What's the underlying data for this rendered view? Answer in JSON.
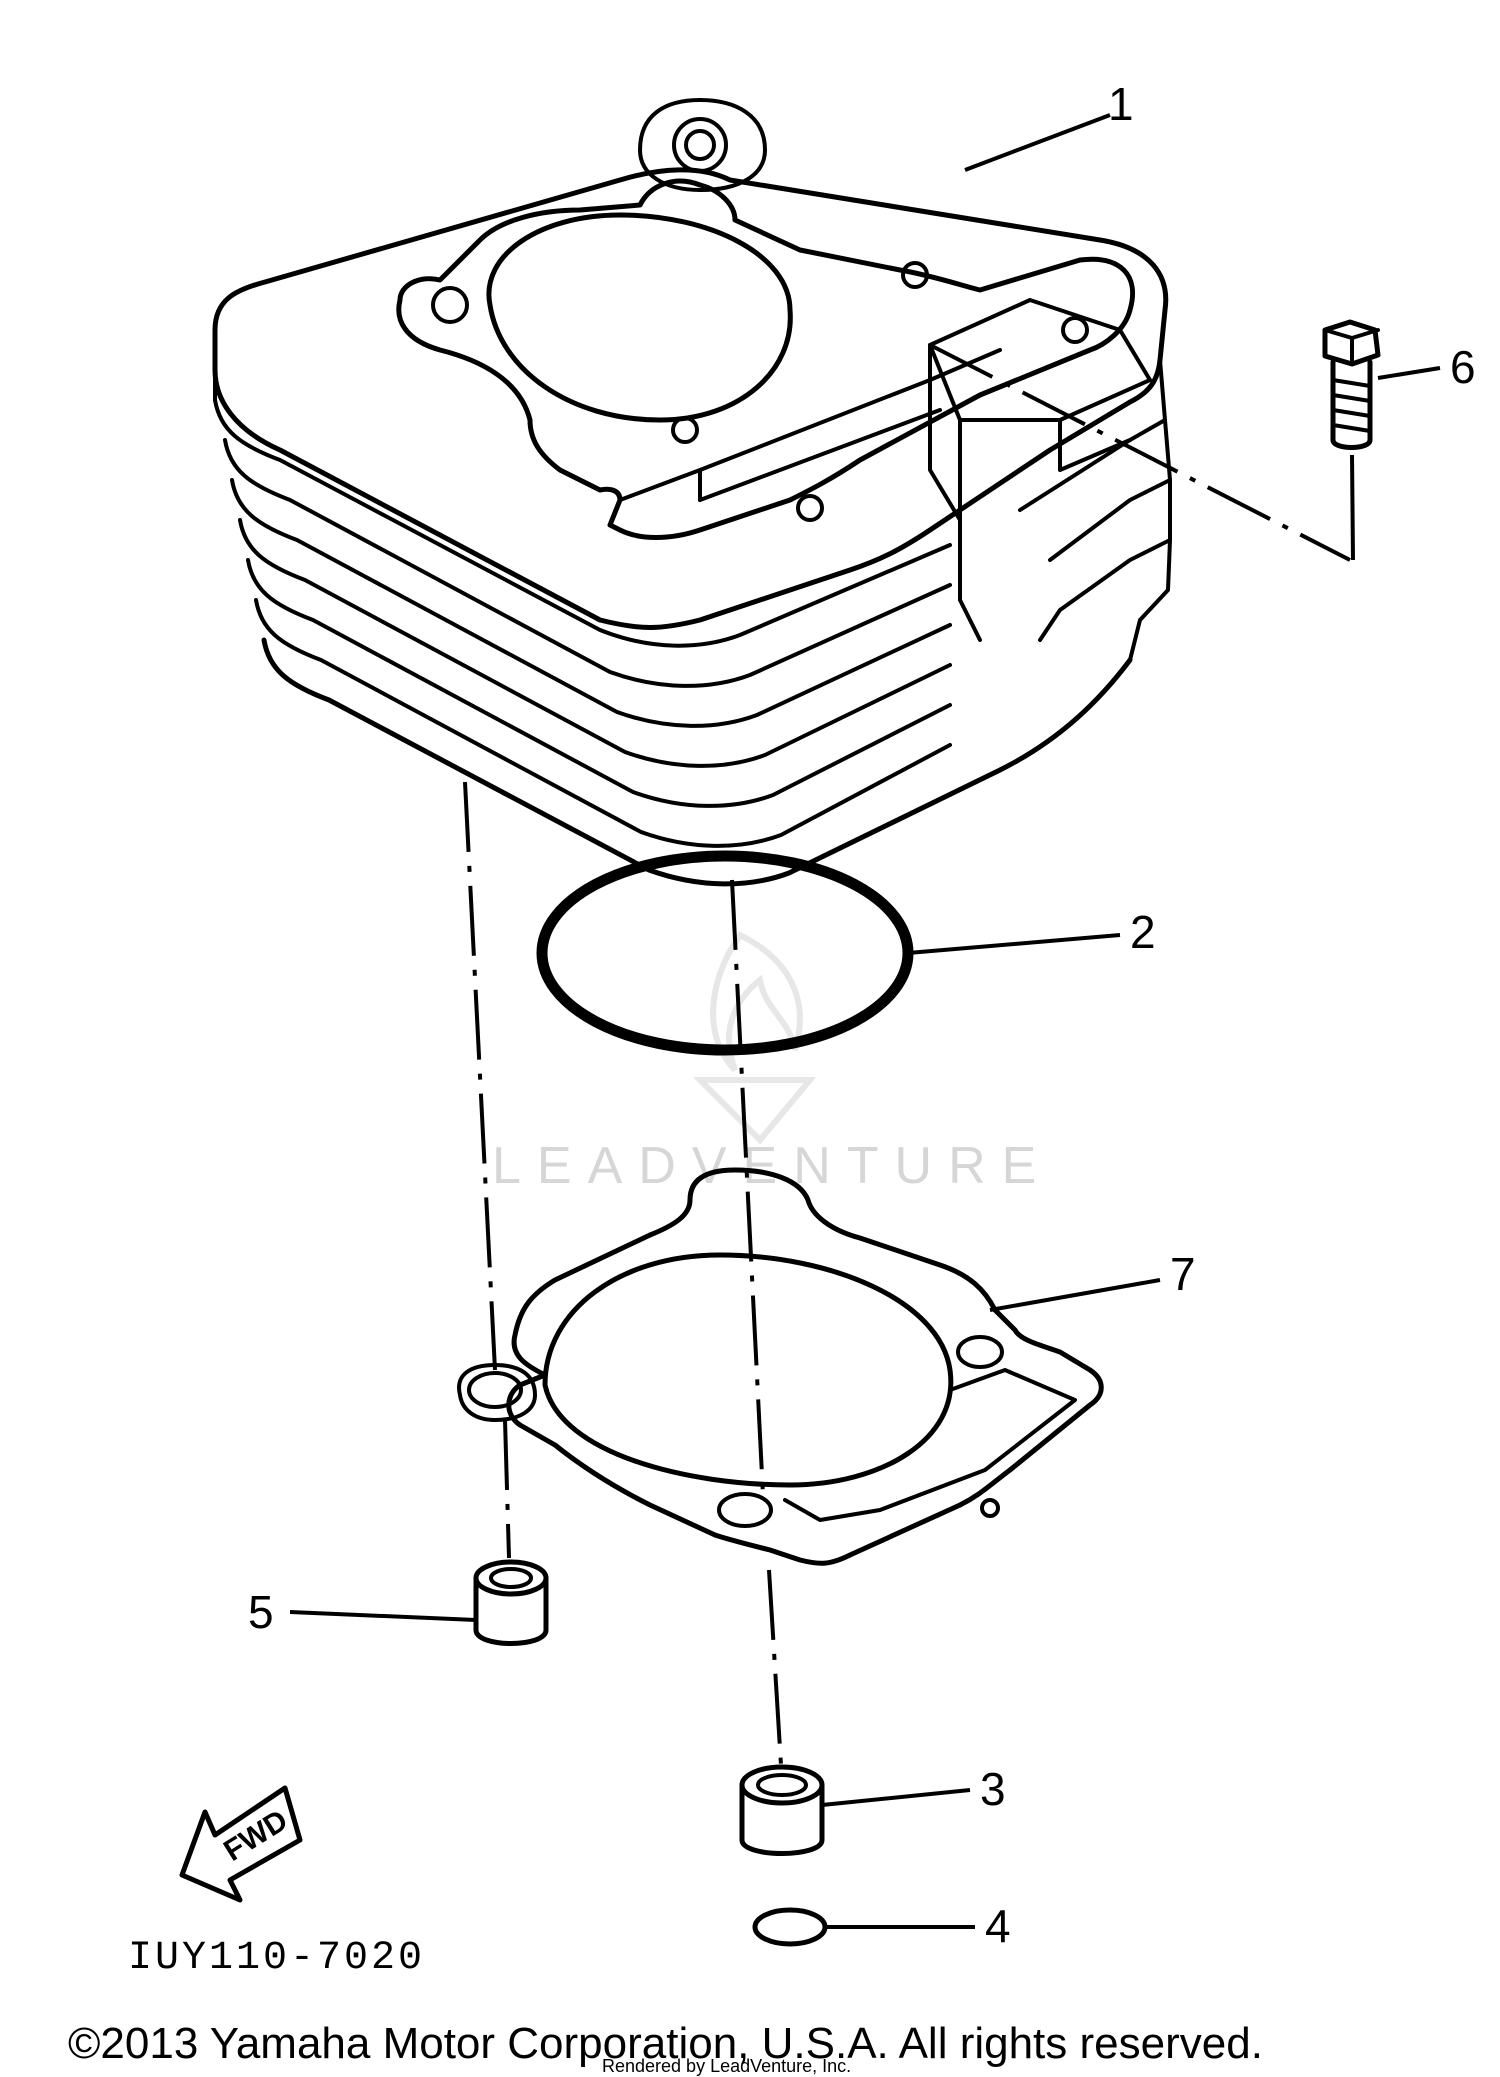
{
  "callouts": {
    "c1": "1",
    "c2": "2",
    "c3": "3",
    "c4": "4",
    "c5": "5",
    "c6": "6",
    "c7": "7"
  },
  "fwd_label": "FWD",
  "diagram_code": "IUY110-7020",
  "watermark": "LEADVENTURE",
  "copyright": "©2013 Yamaha Motor Corporation, U.S.A. All rights reserved.",
  "rendered_by": "Rendered by LeadVenture, Inc.",
  "colors": {
    "ink": "#000000",
    "watermark": "#d6d6d6",
    "background": "#ffffff"
  }
}
